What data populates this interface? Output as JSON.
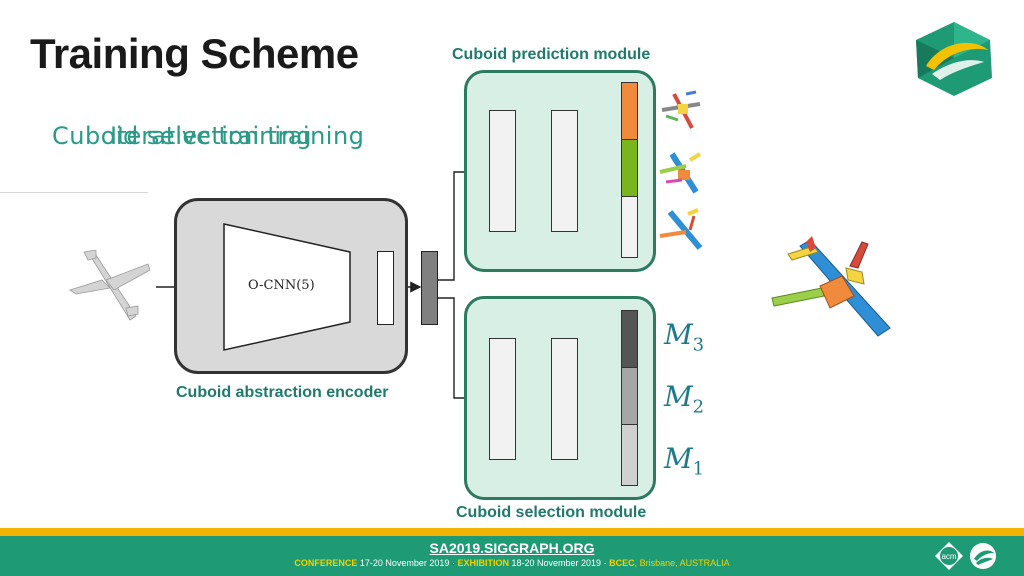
{
  "slide": {
    "title": "Training Scheme",
    "overlap_text_a": "Cuboid selection training",
    "overlap_text_b": "Iterative training"
  },
  "diagram": {
    "prediction_module_label": "Cuboid prediction module",
    "selection_module_label": "Cuboid selection module",
    "encoder_label": "Cuboid abstraction encoder",
    "encoder_block_text": "O-CNN(5)",
    "m_labels": [
      {
        "base": "M",
        "sub": "3"
      },
      {
        "base": "M",
        "sub": "2"
      },
      {
        "base": "M",
        "sub": "1"
      }
    ],
    "colors": {
      "module_fill": "#d8efe6",
      "module_border": "#2c7a60",
      "encoder_fill": "#d9d9d9",
      "prediction_segments": [
        "#f08a3c",
        "#7ab51d",
        "#f2f2f2"
      ],
      "selection_segments": [
        "#555555",
        "#a6a6a6",
        "#d0d0d0"
      ]
    }
  },
  "footer": {
    "url": "SA2019.SIGGRAPH.ORG",
    "conference_label": "CONFERENCE",
    "conference_dates": "17-20 November 2019",
    "exhibition_label": "EXHIBITION",
    "exhibition_dates": "18-20 November 2019",
    "venue_label": "BCEC",
    "venue_location": "Brisbane, AUSTRALIA",
    "separator": "·"
  },
  "icons": [
    "siggraph-asia-logo-icon",
    "acm-icon",
    "siggraph-small-icon",
    "airplane-icon"
  ]
}
